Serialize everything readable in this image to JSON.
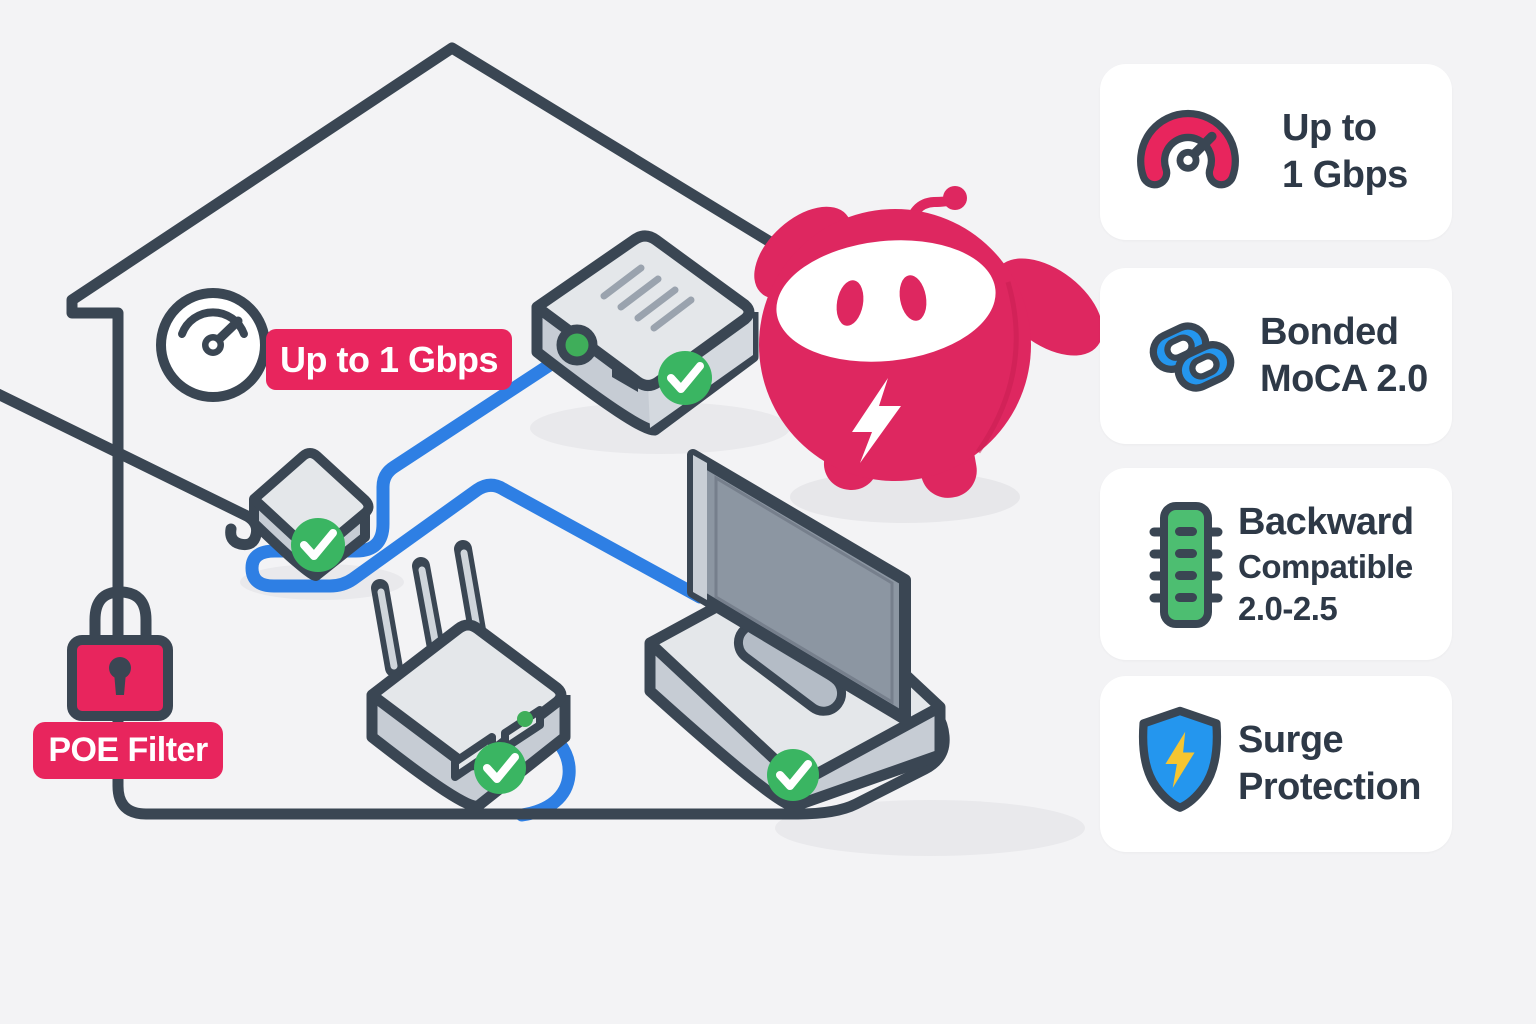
{
  "diagram": {
    "speed_badge": {
      "label": "Up to 1 Gbps"
    },
    "poe_badge": {
      "label": "POE Filter"
    }
  },
  "features": [
    {
      "icon": "speedometer-icon",
      "lines": [
        "Up to",
        "1 Gbps"
      ]
    },
    {
      "icon": "link-icon",
      "lines": [
        "Bonded",
        "MoCA 2.0"
      ]
    },
    {
      "icon": "chip-icon",
      "lines": [
        "Backward",
        "Compatible",
        "2.0-2.5"
      ]
    },
    {
      "icon": "shield-icon",
      "lines": [
        "Surge",
        "Protection"
      ]
    }
  ],
  "colors": {
    "background": "#f3f3f5",
    "outline": "#3a4653",
    "pink": "#e8255d",
    "mascot_pink": "#de2760",
    "cable_blue": "#2e7fe4",
    "icon_blue": "#2496ee",
    "check_green": "#3ab562",
    "chip_green": "#4dbe71",
    "port_green": "#3fae5a",
    "bolt_yellow": "#f5c531",
    "device_top_gray": "#e4e7ea",
    "device_side_gray": "#c6ccd4",
    "screen_gray": "#8c96a2",
    "card_bg": "#ffffff",
    "text": "#2e3947"
  }
}
